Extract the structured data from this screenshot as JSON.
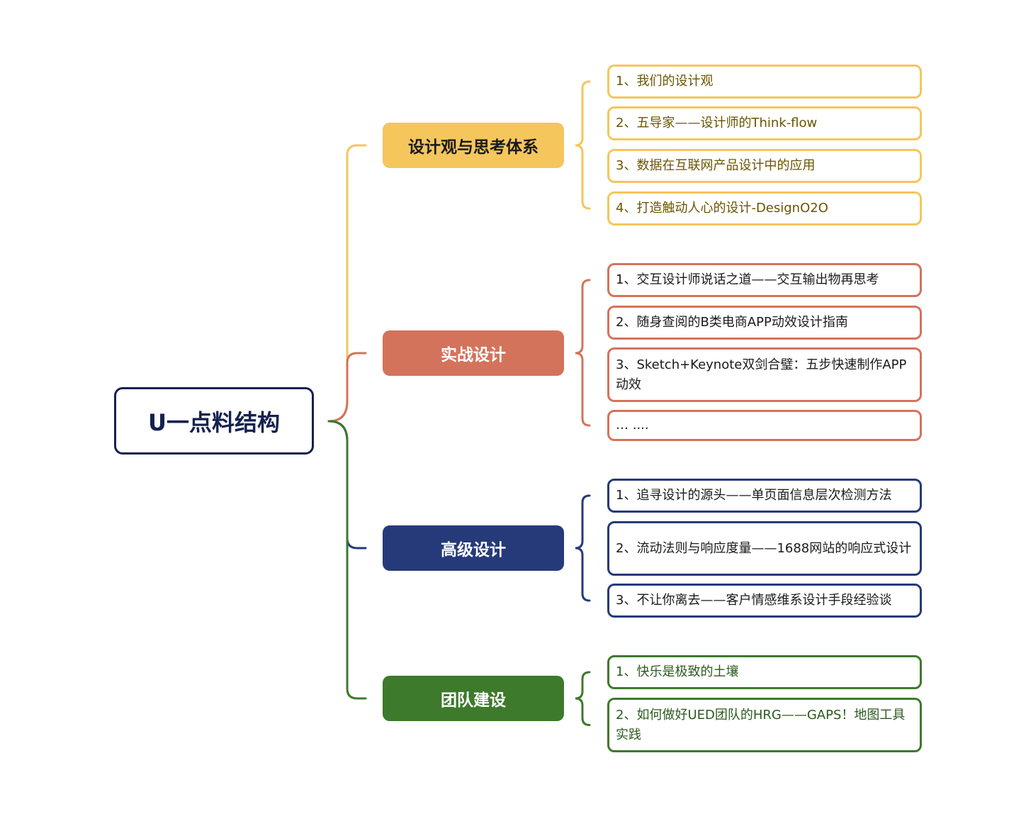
{
  "root": {
    "label": "U一点料结构",
    "color": "#15214f"
  },
  "branches": [
    {
      "label": "设计观与思考体系",
      "color": "#f5c65c",
      "text_color": "#1a1a1a",
      "leaf_text_color": "#6b5400",
      "items": [
        "1、我们的设计观",
        "2、五导家——设计师的Think-flow",
        "3、数据在互联网产品设计中的应用",
        "4、打造触动人心的设计-DesignO2O"
      ]
    },
    {
      "label": "实战设计",
      "color": "#d4735c",
      "text_color": "#ffffff",
      "leaf_text_color": "#1a1a1a",
      "items": [
        "1、交互设计师说话之道——交互输出物再思考",
        "2、随身查阅的B类电商APP动效设计指南",
        "3、Sketch+Keynote双剑合璧：五步快速制作APP动效",
        "… ...."
      ]
    },
    {
      "label": "高级设计",
      "color": "#263a7a",
      "text_color": "#ffffff",
      "leaf_text_color": "#1a1a1a",
      "items": [
        "1、追寻设计的源头——单页面信息层次检测方法",
        "2、流动法则与响应度量——1688网站的响应式设计",
        "3、不让你离去——客户情感维系设计手段经验谈"
      ]
    },
    {
      "label": "团队建设",
      "color": "#3d7a2c",
      "text_color": "#ffffff",
      "leaf_text_color": "#2b5a1c",
      "items": [
        "1、快乐是极致的土壤",
        "2、如何做好UED团队的HRG——GAPS！地图工具实践"
      ]
    }
  ]
}
